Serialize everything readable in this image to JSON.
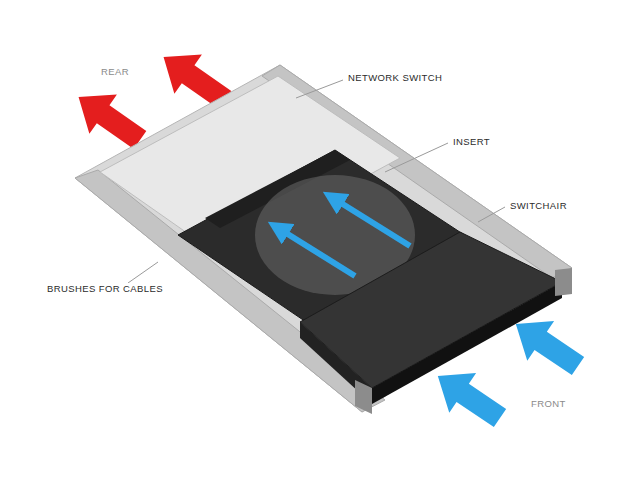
{
  "diagram": {
    "labels": [
      "REAR",
      "NETWORK SWITCH",
      "INSERT",
      "SWITCHAIR",
      "BRUSHES FOR CABLES",
      "FRONT"
    ]
  }
}
